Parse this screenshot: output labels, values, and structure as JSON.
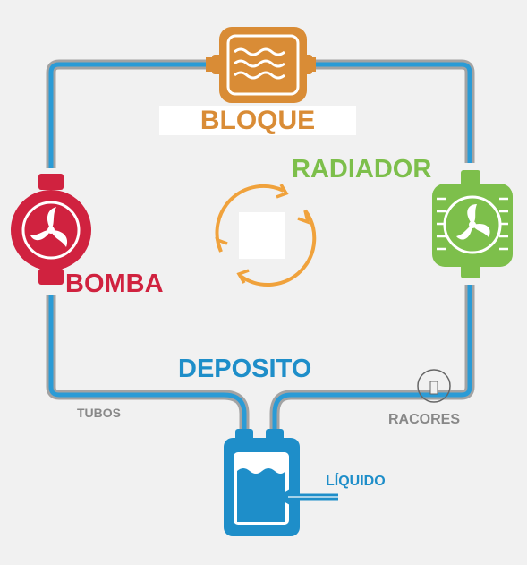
{
  "labels": {
    "bloque": "BLOQUE",
    "radiador": "RADIADOR",
    "bomba": "BOMBA",
    "deposito": "DEPOSITO",
    "tubos": "TUBOS",
    "racores": "RACORES",
    "liquido": "LÍQUIDO"
  },
  "colors": {
    "bloque": "#d98c36",
    "radiador": "#7dbf4b",
    "bomba": "#d0223f",
    "deposito": "#1e8ec9",
    "tube_blue": "#2a9bd6",
    "tube_gray": "#a3a3a3",
    "text_gray": "#888888",
    "cycle_arrows": "#f0a23c"
  },
  "icons": {
    "bloque": "water-block-icon",
    "radiador": "radiator-fan-icon",
    "bomba": "pump-icon",
    "deposito": "reservoir-icon",
    "cycle": "cycle-arrows-icon"
  }
}
